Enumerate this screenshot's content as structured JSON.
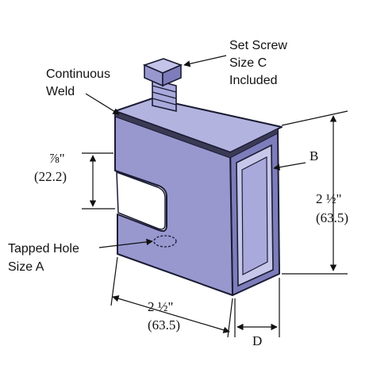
{
  "colors": {
    "body_face": "#9898cf",
    "body_top": "#b3b3e0",
    "body_side": "#7d7dbb",
    "weld": "#3a3a55",
    "screw": "#a9a9dc",
    "outline": "#1b1b33",
    "dim_line": "#111111"
  },
  "labels": {
    "set_screw": [
      "Set Screw",
      "Size C",
      "Included"
    ],
    "weld": [
      "Continuous",
      "Weld"
    ],
    "tapped_hole": [
      "Tapped Hole",
      "Size A"
    ],
    "dim_throat_fraction": "⅞\"",
    "dim_throat_mm": "(22.2)",
    "dim_b": "B",
    "dim_height_fraction": "2 ½\"",
    "dim_height_mm": "(63.5)",
    "dim_width_fraction": "2 ½\"",
    "dim_width_mm": "(63.5)",
    "dim_d": "D"
  }
}
